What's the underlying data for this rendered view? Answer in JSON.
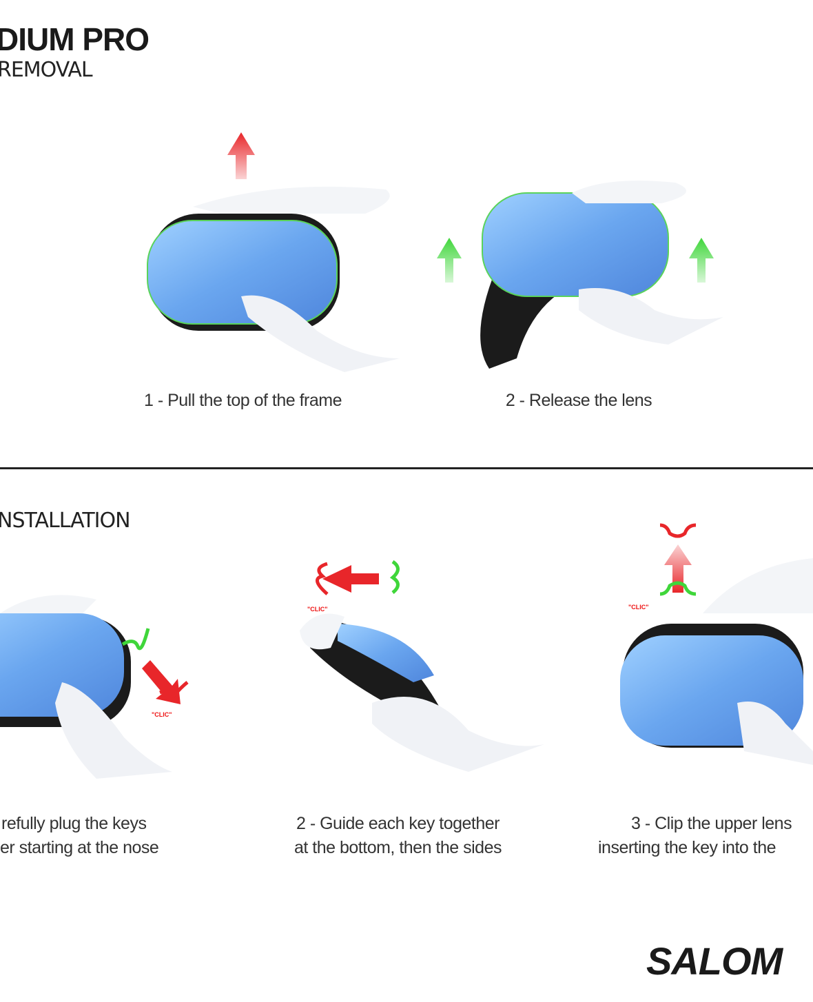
{
  "header": {
    "title": "DIUM PRO",
    "section_removal": "REMOVAL"
  },
  "removal_steps": [
    {
      "caption": "1 - Pull the top of the frame"
    },
    {
      "caption": "2 - Release the lens"
    }
  ],
  "section_installation": "NSTALLATION",
  "installation_steps": [
    {
      "line1": "refully plug the keys",
      "line2": "er starting at the nose",
      "clic": "\"CLIC\""
    },
    {
      "line1": "2 - Guide each key together",
      "line2": "at the bottom, then the sides",
      "clic": "\"CLIC\""
    },
    {
      "line1": "3 - Clip the upper lens",
      "line2": "inserting the key into the",
      "clic": "\"CLIC\""
    }
  ],
  "brand": {
    "logo": "SALOM"
  },
  "colors": {
    "lens": "#7fb4f0",
    "arrow_red": "#e8262a",
    "arrow_green": "#3fd63a",
    "frame": "#1b1b1b"
  }
}
